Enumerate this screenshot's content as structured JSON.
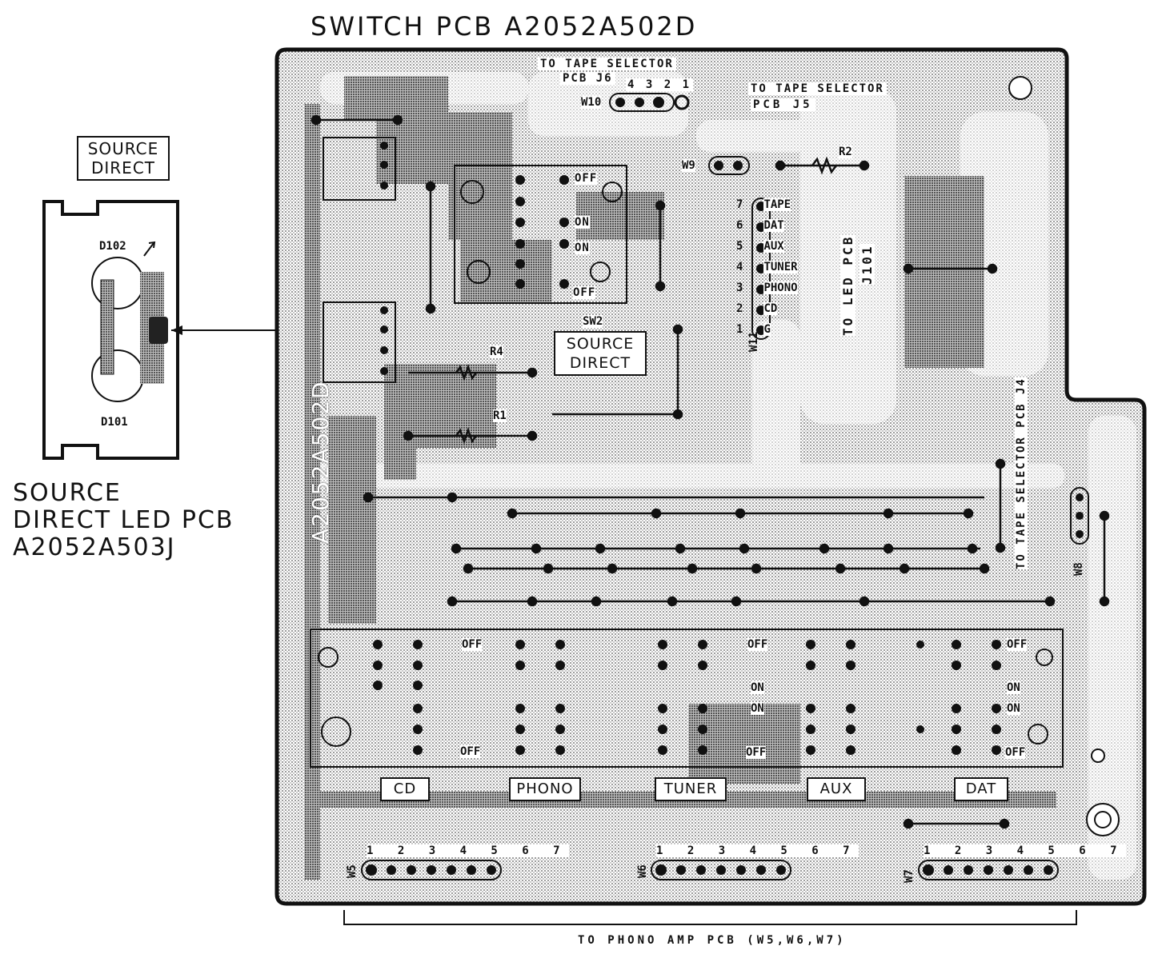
{
  "title": "SWITCH PCB A2052A502D",
  "led_pcb": {
    "label_line1": "SOURCE",
    "label_line2": "DIRECT",
    "name_line1": "SOURCE",
    "name_line2": "DIRECT LED PCB",
    "name_line3": "A2052A503J",
    "d102": "D102",
    "d101": "D101"
  },
  "switch_pcb": {
    "board_code": "A2052A502D",
    "to_tape_j6_line1": "TO TAPE SELECTOR",
    "to_tape_j6_line2": "PCB J6",
    "j6_pins": "4 3 2 1",
    "w10": "W10",
    "to_tape_j5_line1": "TO TAPE SELECTOR",
    "to_tape_j5_line2": "PCB J5",
    "w9": "W9",
    "r2": "R2",
    "r1": "R1",
    "r4": "R4",
    "off": "OFF",
    "on": "ON",
    "s2_label_line1": "SOURCE",
    "s2_label_line2": "DIRECT",
    "sw_ref": "SW2",
    "to_led_pcb": "TO LED PCB",
    "j101": "J101",
    "w11": "W11",
    "to_tape_j4": "TO TAPE SELECTOR PCB J4",
    "w8": "W8",
    "w5": "W5",
    "w6": "W6",
    "w7": "W7",
    "pin_numbers": "1 2 3 4 5 6 7",
    "connector_pins": [
      {
        "num": "7",
        "label": "TAPE"
      },
      {
        "num": "6",
        "label": "DAT"
      },
      {
        "num": "5",
        "label": "AUX"
      },
      {
        "num": "4",
        "label": "TUNER"
      },
      {
        "num": "3",
        "label": "PHONO"
      },
      {
        "num": "2",
        "label": "CD"
      },
      {
        "num": "1",
        "label": "G"
      }
    ],
    "switch_labels": [
      "CD",
      "PHONO",
      "TUNER",
      "AUX",
      "DAT"
    ],
    "bottom_caption": "TO PHONO AMP PCB (W5,W6,W7)"
  }
}
